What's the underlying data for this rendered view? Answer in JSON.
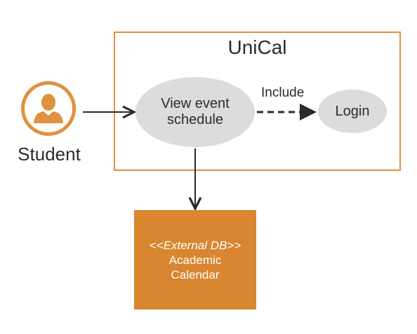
{
  "system": {
    "title": "UniCal"
  },
  "actor": {
    "label": "Student",
    "icon": "person-icon"
  },
  "use_cases": {
    "view": {
      "label_line1": "View event",
      "label_line2": "schedule"
    },
    "login": {
      "label": "Login"
    }
  },
  "relationships": {
    "include_label": "Include"
  },
  "external_db": {
    "stereotype": "<<External DB>>",
    "line1": "Academic",
    "line2": "Calendar"
  },
  "colors": {
    "accent": "#e0913f",
    "db_fill": "#d8862f",
    "usecase_fill": "#dcdcdc",
    "text": "#2b2b2b"
  }
}
